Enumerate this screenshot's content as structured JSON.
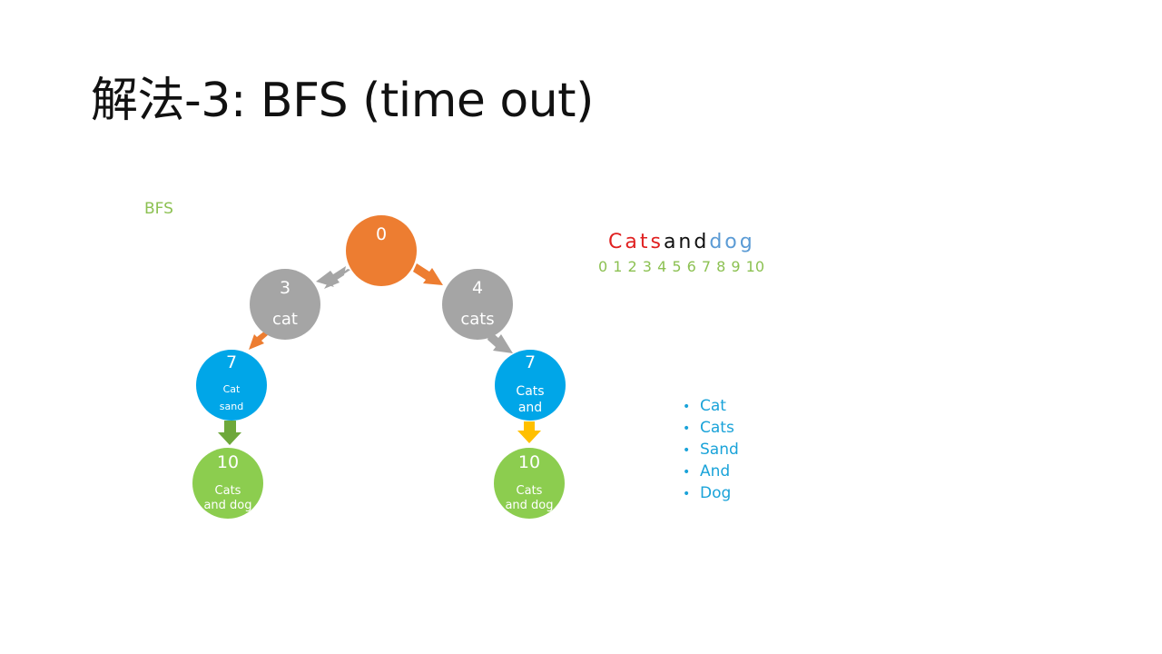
{
  "slide": {
    "title": "解法-3: BFS (time out)"
  },
  "diagram": {
    "label": "BFS",
    "string_parts": [
      {
        "text": "Cats",
        "color": "#e02020"
      },
      {
        "text": "and",
        "color": "#111111"
      },
      {
        "text": "dog",
        "color": "#5b9bd5"
      }
    ],
    "indices": "0 1  2  3 4 5  6 7  8  9  10",
    "nodes": {
      "root": {
        "index": "0"
      },
      "left": {
        "index": "3",
        "word": "cat"
      },
      "right": {
        "index": "4",
        "word": "cats"
      },
      "left_child": {
        "index": "7",
        "line1": "Cat",
        "line2": "sand"
      },
      "right_child": {
        "index": "7",
        "line1": "Cats",
        "line2": "and"
      },
      "left_leaf": {
        "index": "10",
        "line1": "Cats",
        "line2": "and dog"
      },
      "right_leaf": {
        "index": "10",
        "line1": "Cats",
        "line2": "and dog"
      }
    },
    "colors": {
      "orange": "#ed7d31",
      "gray": "#a5a5a5",
      "blue": "#00a6e8",
      "green": "#8ccd4f",
      "dark_green": "#6ea83b",
      "yellow": "#ffc000"
    }
  },
  "dictionary": {
    "bullet": "•",
    "words": [
      "Cat",
      "Cats",
      "Sand",
      "And",
      "Dog"
    ]
  }
}
